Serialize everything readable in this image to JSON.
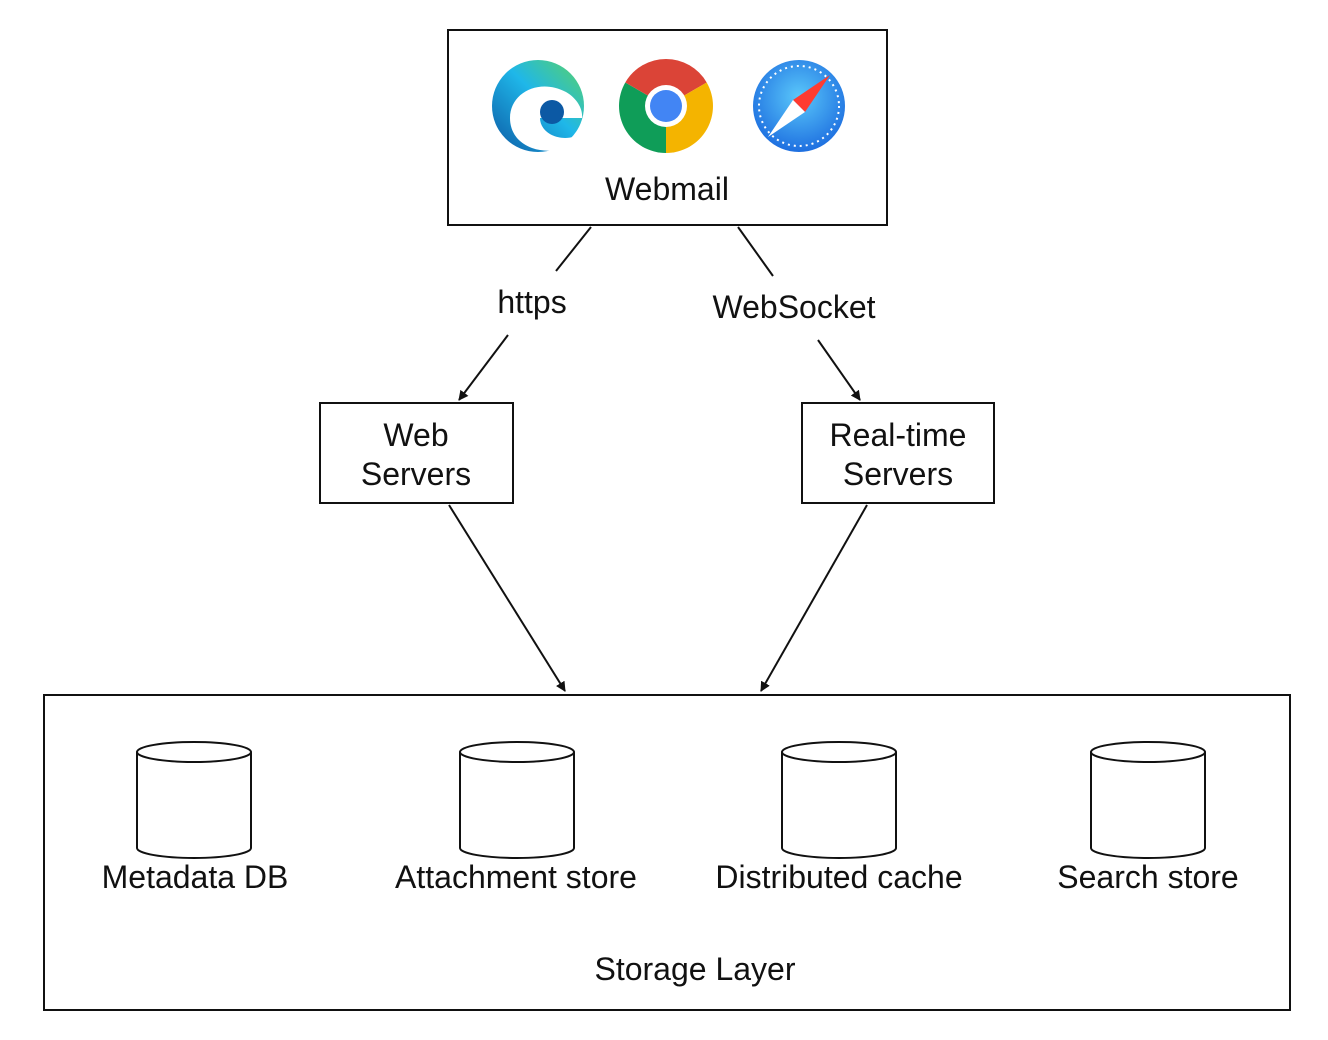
{
  "client": {
    "label": "Webmail",
    "icons": [
      {
        "name": "edge-browser-icon",
        "colors": [
          "#0c59a4",
          "#1fb7e9",
          "#5ad366"
        ]
      },
      {
        "name": "chrome-browser-icon",
        "colors": [
          "#db4437",
          "#f4b400",
          "#0f9d58",
          "#4285f4"
        ]
      },
      {
        "name": "safari-browser-icon",
        "colors": [
          "#1e88e5",
          "#5ac8fa",
          "#ff3b30"
        ]
      }
    ]
  },
  "protocols": {
    "left": "https",
    "right": "WebSocket"
  },
  "servers": {
    "web": [
      "Web",
      "Servers"
    ],
    "realtime": [
      "Real-time",
      "Servers"
    ]
  },
  "storage": {
    "label": "Storage Layer",
    "stores": [
      {
        "label": "Metadata DB"
      },
      {
        "label": "Attachment store"
      },
      {
        "label": "Distributed cache"
      },
      {
        "label": "Search store"
      }
    ]
  }
}
